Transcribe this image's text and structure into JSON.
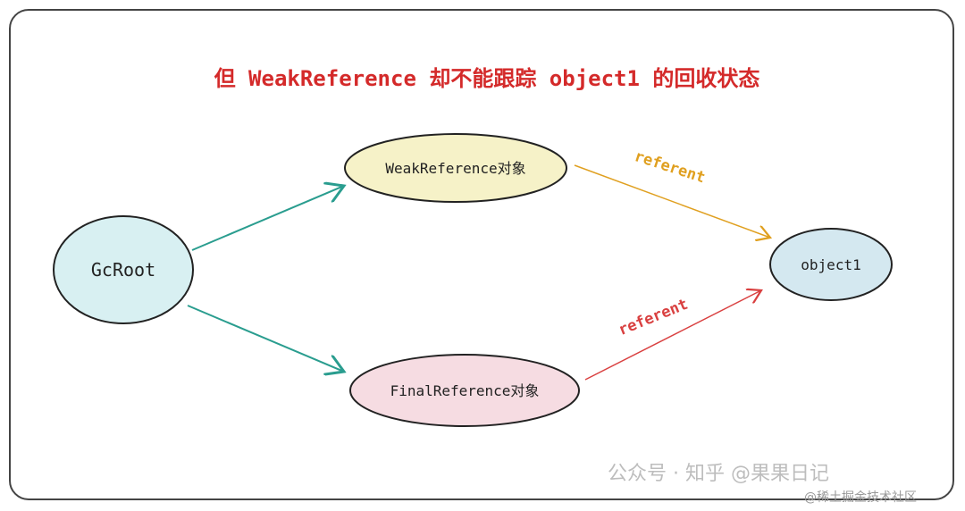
{
  "title": "但 WeakReference 却不能跟踪 object1 的回收状态",
  "nodes": {
    "gcroot": {
      "label": "GcRoot",
      "fill": "#d8f0f2"
    },
    "weak": {
      "label": "WeakReference对象",
      "fill": "#f6f2c8"
    },
    "final": {
      "label": "FinalReference对象",
      "fill": "#f6dce2"
    },
    "object1": {
      "label": "object1",
      "fill": "#d4e8f0"
    }
  },
  "edges": {
    "weak_ref": {
      "label": "referent",
      "color": "#e0a020"
    },
    "final_ref": {
      "label": "referent",
      "color": "#d94040"
    },
    "root_color": "#2a9d8f"
  },
  "title_color": "#d42a2a",
  "watermark": {
    "main": "公众号 · 知乎 @果果日记",
    "sub": "@稀土掘金技术社区"
  }
}
